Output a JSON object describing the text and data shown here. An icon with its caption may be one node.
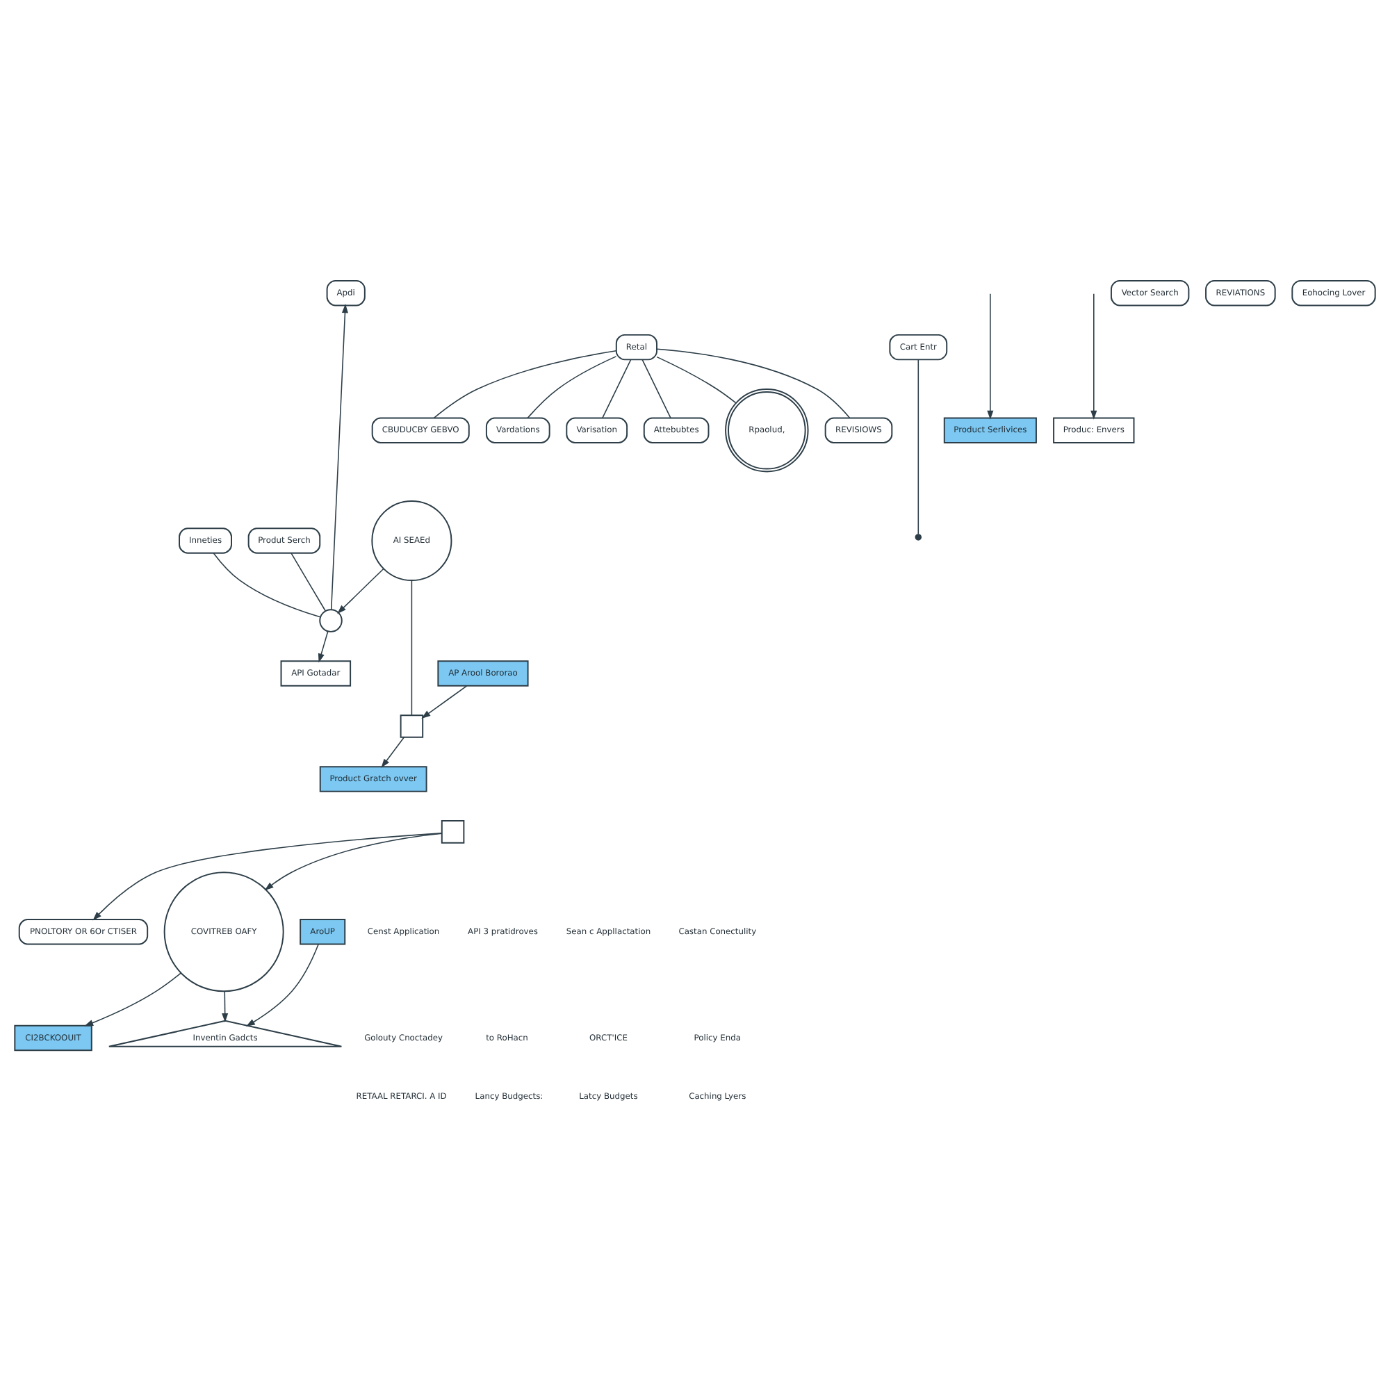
{
  "diagram": {
    "nodes": [
      {
        "text": [
          "Apdi"
        ]
      },
      {
        "text": [
          "Inneties"
        ]
      },
      {
        "text": [
          "Produt Serch"
        ]
      },
      {
        "text": [
          "CBUDUCBY GEBVO"
        ]
      },
      {
        "text": [
          "Product Serlivices"
        ]
      },
      {
        "text": [
          "Produc: Envers"
        ]
      },
      {
        "text": [
          "AroUP"
        ]
      },
      {
        "text": [
          "Cart Entr"
        ]
      },
      {
        "text": [
          "Retal"
        ]
      },
      {
        "text": [
          "Vector Search"
        ]
      },
      {
        "text": [
          "Product Gratch ovver"
        ]
      },
      {
        "text": [
          "Vardations"
        ]
      },
      {
        "text": [
          "Varisation"
        ]
      },
      {
        "text": [
          "Attebubtes"
        ]
      },
      {
        "text": [
          "REVISIOWS"
        ]
      },
      {
        "text": [
          "REVIATIONS"
        ]
      },
      {
        "text": [
          "PNOLTORY OR 6Or CTISER"
        ]
      },
      {
        "text": [
          "CI2BCKOOUIT"
        ]
      },
      {
        "text": [
          "Eohocing Lover"
        ]
      },
      {
        "text": [
          "API Gotadar"
        ]
      },
      {
        "text": [],
        "shape": "circle"
      },
      {
        "text": [
          "AI SEAEd"
        ]
      },
      {
        "text": [
          "AP Arool Bororao"
        ]
      },
      {
        "text": [],
        "shape": "box"
      },
      {
        "text": [
          "Inventin Gadcts"
        ]
      },
      {
        "text": [
          "COVITREB OAFY"
        ]
      },
      {
        "text": [
          "Rpaolud,"
        ]
      },
      {
        "text": [],
        "shape": "box"
      }
    ],
    "edges": [
      {
        "from": 20,
        "to": 0,
        "arrow": "to"
      },
      {
        "from": 1,
        "to": 20,
        "arrow": "none"
      },
      {
        "from": 21,
        "to": 20,
        "arrow": "to"
      },
      {
        "from": 20,
        "to": 19,
        "arrow": "to"
      },
      {
        "from": 21,
        "to": 23,
        "arrow": "none"
      },
      {
        "from": 22,
        "to": 23,
        "arrow": "to"
      },
      {
        "from": 23,
        "to": 10,
        "arrow": "to"
      },
      {
        "from": 2,
        "to": 20,
        "arrow": "none"
      },
      {
        "from": 8,
        "to": 3,
        "arrow": "none"
      },
      {
        "from": 8,
        "to": 11,
        "arrow": "none"
      },
      {
        "from": 8,
        "to": 12,
        "arrow": "none"
      },
      {
        "from": 8,
        "to": 13,
        "arrow": "none"
      },
      {
        "from": 8,
        "to": 14,
        "arrow": "none"
      },
      {
        "from": 8,
        "to": 26,
        "arrow": "none"
      },
      {
        "from": null,
        "to": 4,
        "arrow": "to"
      },
      {
        "from": null,
        "to": 5,
        "arrow": "to"
      },
      {
        "from": 6,
        "to": 24,
        "arrow": "to"
      },
      {
        "from": 25,
        "to": 24,
        "arrow": "to"
      },
      {
        "from": 27,
        "to": 25,
        "arrow": "to"
      },
      {
        "from": 27,
        "to": 16,
        "arrow": "to"
      },
      {
        "from": 25,
        "to": 17,
        "arrow": "to"
      },
      {
        "from": 7,
        "to": null,
        "arrow": "other"
      }
    ],
    "labels": [
      "Censt Application",
      "API 3 pratidroves",
      "Sean c Appllactation",
      "Castan Conectulity",
      "Golouty Cnoctadey",
      "to RoHacn",
      "ORCT'ICE",
      "Policy Enda",
      "RETAAL RETARCI. A ID",
      "Lancy Budgects:",
      "Latcy Budgets",
      "Caching Lyers"
    ]
  }
}
